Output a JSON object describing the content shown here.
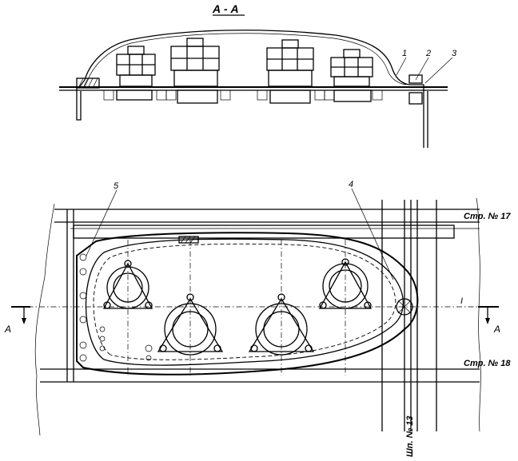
{
  "section_title": "А - А",
  "callouts": {
    "c1": "1",
    "c2": "2",
    "c3": "3",
    "c4": "4",
    "c5": "5"
  },
  "frames": {
    "top": "Стр. № 17",
    "bottom": "Стр. № 18"
  },
  "stringer": "Шп. № 13",
  "axis_label": "I",
  "section_marks": {
    "left": "А",
    "right": "А"
  }
}
